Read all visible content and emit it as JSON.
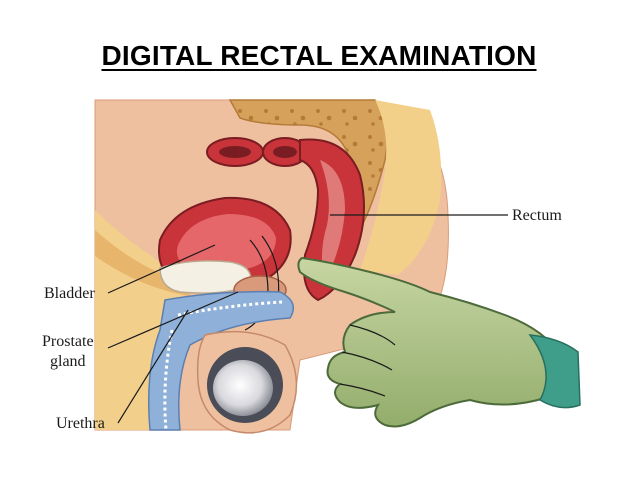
{
  "title": "DIGITAL RECTAL EXAMINATION",
  "labels": {
    "rectum": "Rectum",
    "bladder": "Bladder",
    "prostate_line1": "Prostate",
    "prostate_line2": "gland",
    "urethra": "Urethra"
  },
  "colors": {
    "skin": "#eec0a0",
    "fat": "#f3d08a",
    "muscle_red": "#c8343a",
    "rectum_lumen": "#e07a78",
    "urethra_blue": "#8fb0d8",
    "glove_green": "#aec48a",
    "sleeve_teal": "#3e9e8a"
  }
}
